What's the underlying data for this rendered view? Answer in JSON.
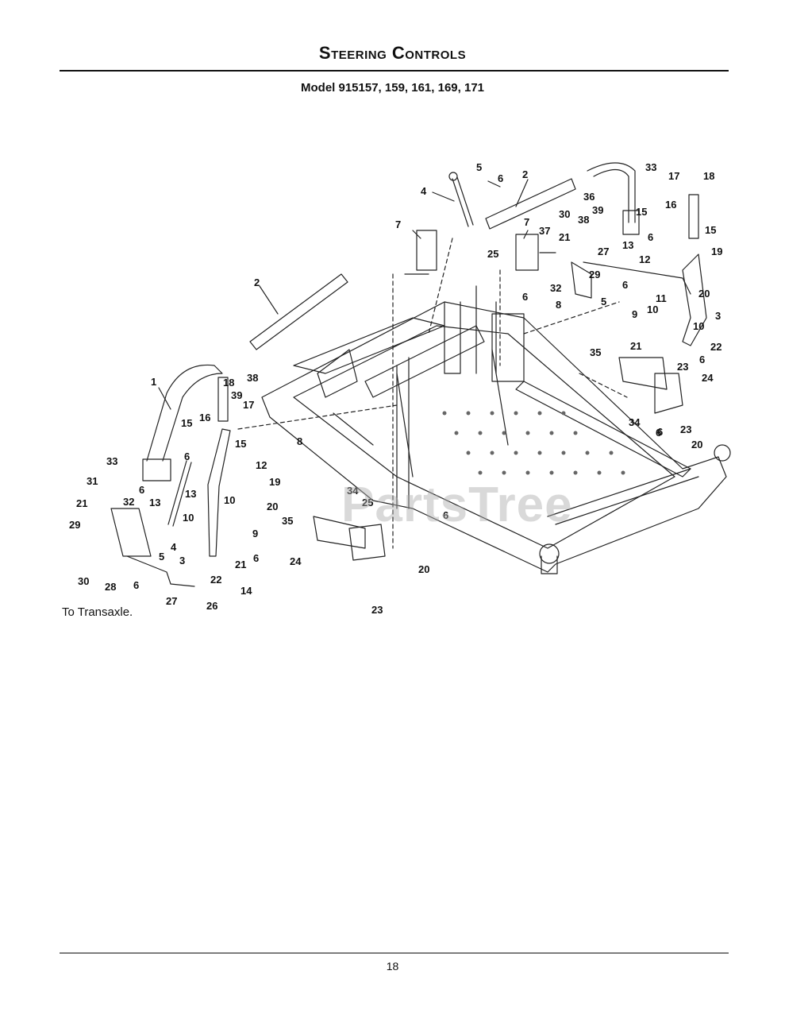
{
  "page": {
    "title": "Steering Controls",
    "subtitle": "Model 915157, 159, 161, 169, 171",
    "note": "To Transaxle.",
    "watermark": "PartsTree",
    "page_number": "18"
  },
  "callouts": [
    {
      "id": "c-5a",
      "text": "5"
    },
    {
      "id": "c-6a",
      "text": "6"
    },
    {
      "id": "c-4a",
      "text": "4"
    },
    {
      "id": "c-2a",
      "text": "2"
    },
    {
      "id": "c-36",
      "text": "36"
    },
    {
      "id": "c-33a",
      "text": "33"
    },
    {
      "id": "c-17a",
      "text": "17"
    },
    {
      "id": "c-18a",
      "text": "18"
    },
    {
      "id": "c-7a",
      "text": "7"
    },
    {
      "id": "c-7b",
      "text": "7"
    },
    {
      "id": "c-30a",
      "text": "30"
    },
    {
      "id": "c-38a",
      "text": "38"
    },
    {
      "id": "c-39a",
      "text": "39"
    },
    {
      "id": "c-15a",
      "text": "15"
    },
    {
      "id": "c-16a",
      "text": "16"
    },
    {
      "id": "c-15b",
      "text": "15"
    },
    {
      "id": "c-37",
      "text": "37"
    },
    {
      "id": "c-21a",
      "text": "21"
    },
    {
      "id": "c-27a",
      "text": "27"
    },
    {
      "id": "c-6b",
      "text": "6"
    },
    {
      "id": "c-13a",
      "text": "13"
    },
    {
      "id": "c-25a",
      "text": "25"
    },
    {
      "id": "c-29a",
      "text": "29"
    },
    {
      "id": "c-12a",
      "text": "12"
    },
    {
      "id": "c-19a",
      "text": "19"
    },
    {
      "id": "c-2b",
      "text": "2"
    },
    {
      "id": "c-32a",
      "text": "32"
    },
    {
      "id": "c-6c",
      "text": "6"
    },
    {
      "id": "c-6d",
      "text": "6"
    },
    {
      "id": "c-20a",
      "text": "20"
    },
    {
      "id": "c-11",
      "text": "11"
    },
    {
      "id": "c-5b",
      "text": "5"
    },
    {
      "id": "c-8a",
      "text": "8"
    },
    {
      "id": "c-3a",
      "text": "3"
    },
    {
      "id": "c-9a",
      "text": "9"
    },
    {
      "id": "c-10a",
      "text": "10"
    },
    {
      "id": "c-10b",
      "text": "10"
    },
    {
      "id": "c-22a",
      "text": "22"
    },
    {
      "id": "c-21b",
      "text": "21"
    },
    {
      "id": "c-6e",
      "text": "6"
    },
    {
      "id": "c-35a",
      "text": "35"
    },
    {
      "id": "c-23a",
      "text": "23"
    },
    {
      "id": "c-24a",
      "text": "24"
    },
    {
      "id": "c-1",
      "text": "1"
    },
    {
      "id": "c-18b",
      "text": "18"
    },
    {
      "id": "c-38b",
      "text": "38"
    },
    {
      "id": "c-39b",
      "text": "39"
    },
    {
      "id": "c-16b",
      "text": "16"
    },
    {
      "id": "c-17b",
      "text": "17"
    },
    {
      "id": "c-15c",
      "text": "15"
    },
    {
      "id": "c-15d",
      "text": "15"
    },
    {
      "id": "c-34a",
      "text": "34"
    },
    {
      "id": "c-6f",
      "text": "6"
    },
    {
      "id": "c-23b",
      "text": "23"
    },
    {
      "id": "c-20b",
      "text": "20"
    },
    {
      "id": "c-6g",
      "text": "6"
    },
    {
      "id": "c-12b",
      "text": "12"
    },
    {
      "id": "c-8b",
      "text": "8"
    },
    {
      "id": "c-33b",
      "text": "33"
    },
    {
      "id": "c-13b",
      "text": "13"
    },
    {
      "id": "c-19b",
      "text": "19"
    },
    {
      "id": "c-6h",
      "text": "6"
    },
    {
      "id": "c-31",
      "text": "31"
    },
    {
      "id": "c-20c",
      "text": "20"
    },
    {
      "id": "c-10c",
      "text": "10"
    },
    {
      "id": "c-32b",
      "text": "32"
    },
    {
      "id": "c-13c",
      "text": "13"
    },
    {
      "id": "c-35b",
      "text": "35"
    },
    {
      "id": "c-34b",
      "text": "34"
    },
    {
      "id": "c-25b",
      "text": "25"
    },
    {
      "id": "c-9b",
      "text": "9"
    },
    {
      "id": "c-21c",
      "text": "21"
    },
    {
      "id": "c-10d",
      "text": "10"
    },
    {
      "id": "c-6i",
      "text": "6"
    },
    {
      "id": "c-29b",
      "text": "29"
    },
    {
      "id": "c-5c",
      "text": "5"
    },
    {
      "id": "c-4b",
      "text": "4"
    },
    {
      "id": "c-3b",
      "text": "3"
    },
    {
      "id": "c-21d",
      "text": "21"
    },
    {
      "id": "c-6j",
      "text": "6"
    },
    {
      "id": "c-24b",
      "text": "24"
    },
    {
      "id": "c-6k",
      "text": "6"
    },
    {
      "id": "c-30b",
      "text": "30"
    },
    {
      "id": "c-28",
      "text": "28"
    },
    {
      "id": "c-6l",
      "text": "6"
    },
    {
      "id": "c-22b",
      "text": "22"
    },
    {
      "id": "c-14",
      "text": "14"
    },
    {
      "id": "c-20d",
      "text": "20"
    },
    {
      "id": "c-27b",
      "text": "27"
    },
    {
      "id": "c-26",
      "text": "26"
    },
    {
      "id": "c-23c",
      "text": "23"
    }
  ]
}
